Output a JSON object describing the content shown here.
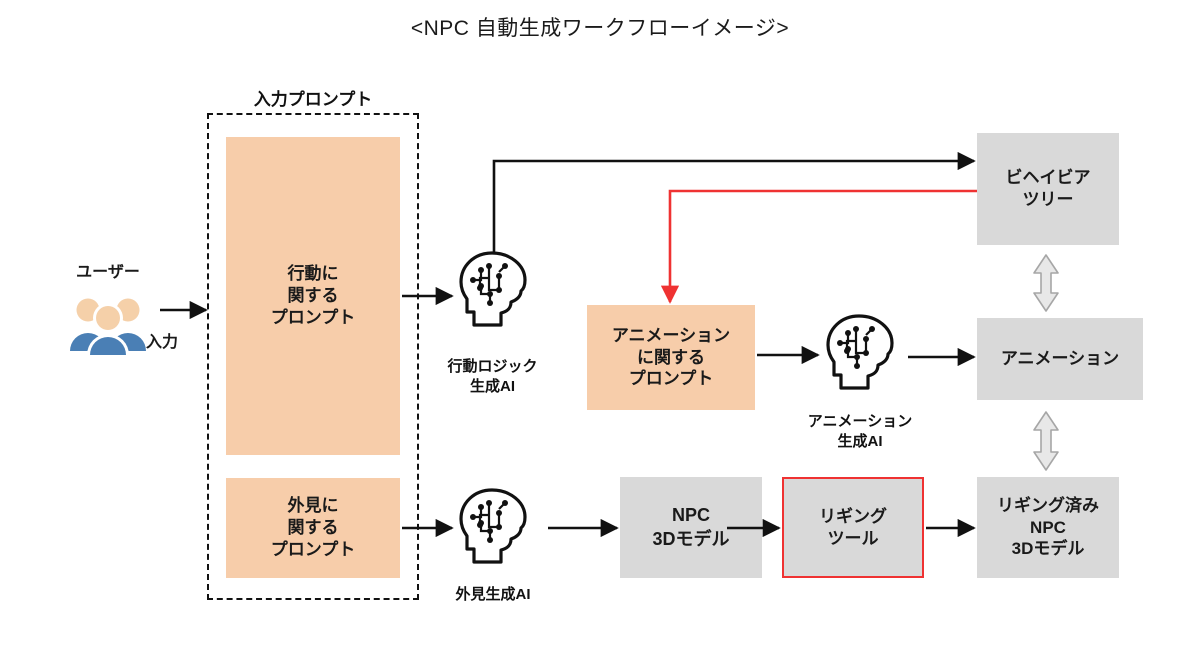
{
  "title": "<NPC 自動生成ワークフローイメージ>",
  "colors": {
    "prompt_fill": "#f7cdaa",
    "output_fill": "#d9d9d9",
    "highlight_stroke": "#ef3232",
    "arrow_stroke": "#111111",
    "sync_arrow_fill": "#e8e8e8",
    "sync_arrow_stroke": "#a6a6a6",
    "user_body": "#4a7fb5",
    "user_head": "#f5d0a9"
  },
  "user": {
    "label": "ユーザー",
    "icon": "users-group-icon",
    "arrow_label": "入力"
  },
  "input_group": {
    "label": "入力プロンプト",
    "border_style": "dashed",
    "prompts": [
      {
        "id": "behavior",
        "lines": [
          "行動に",
          "関する",
          "プロンプト"
        ]
      },
      {
        "id": "appearance",
        "lines": [
          "外見に",
          "関する",
          "プロンプト"
        ]
      }
    ]
  },
  "agents": [
    {
      "id": "behavior",
      "icon": "ai-head-icon",
      "lines": [
        "行動ロジック",
        "生成AI"
      ]
    },
    {
      "id": "animation",
      "icon": "ai-head-icon",
      "lines": [
        "アニメーション",
        "生成AI"
      ]
    },
    {
      "id": "appearance",
      "icon": "ai-head-icon",
      "lines": [
        "外見生成AI"
      ]
    }
  ],
  "intermediate": {
    "animation_prompt": {
      "lines": [
        "アニメーション",
        "に関する",
        "プロンプト"
      ],
      "fill": "#f7cdaa"
    }
  },
  "outputs": [
    {
      "id": "behavior-tree",
      "lines": [
        "ビヘイビア",
        "ツリー"
      ],
      "fill": "#d9d9d9",
      "border": "none"
    },
    {
      "id": "animation",
      "lines": [
        "アニメーション"
      ],
      "fill": "#d9d9d9",
      "border": "none"
    },
    {
      "id": "npc-3d-model",
      "lines": [
        "NPC",
        "3Dモデル"
      ],
      "fill": "#d9d9d9",
      "border": "none"
    },
    {
      "id": "rigging-tool",
      "lines": [
        "リギング",
        "ツール"
      ],
      "fill": "#d9d9d9",
      "border": "#ef3232"
    },
    {
      "id": "rigged-npc-3d-model",
      "lines": [
        "リギング済み",
        "NPC",
        "3Dモデル"
      ],
      "fill": "#d9d9d9",
      "border": "none"
    }
  ],
  "connectors": [
    {
      "id": "user-to-input",
      "label": "入力",
      "color": "#111111",
      "style": "solid"
    },
    {
      "id": "behavior-prompt-to-ai",
      "label": "",
      "color": "#111111",
      "style": "solid"
    },
    {
      "id": "behavior-ai-to-tree",
      "label": "",
      "color": "#111111",
      "style": "solid"
    },
    {
      "id": "tree-to-animation-prompt",
      "label": "",
      "color": "#ef3232",
      "style": "solid"
    },
    {
      "id": "animation-prompt-to-ai",
      "label": "",
      "color": "#111111",
      "style": "solid"
    },
    {
      "id": "animation-ai-to-output",
      "label": "",
      "color": "#111111",
      "style": "solid"
    },
    {
      "id": "appearance-prompt-to-ai",
      "label": "",
      "color": "#111111",
      "style": "solid"
    },
    {
      "id": "appearance-ai-to-model",
      "label": "",
      "color": "#111111",
      "style": "solid"
    },
    {
      "id": "model-to-rigging-tool",
      "label": "",
      "color": "#111111",
      "style": "solid"
    },
    {
      "id": "rigging-tool-to-rigged-model",
      "label": "",
      "color": "#111111",
      "style": "solid"
    },
    {
      "id": "tree-animation-sync",
      "label": "",
      "color": "#a6a6a6",
      "style": "double"
    },
    {
      "id": "animation-rigged-sync",
      "label": "",
      "color": "#a6a6a6",
      "style": "double"
    }
  ]
}
